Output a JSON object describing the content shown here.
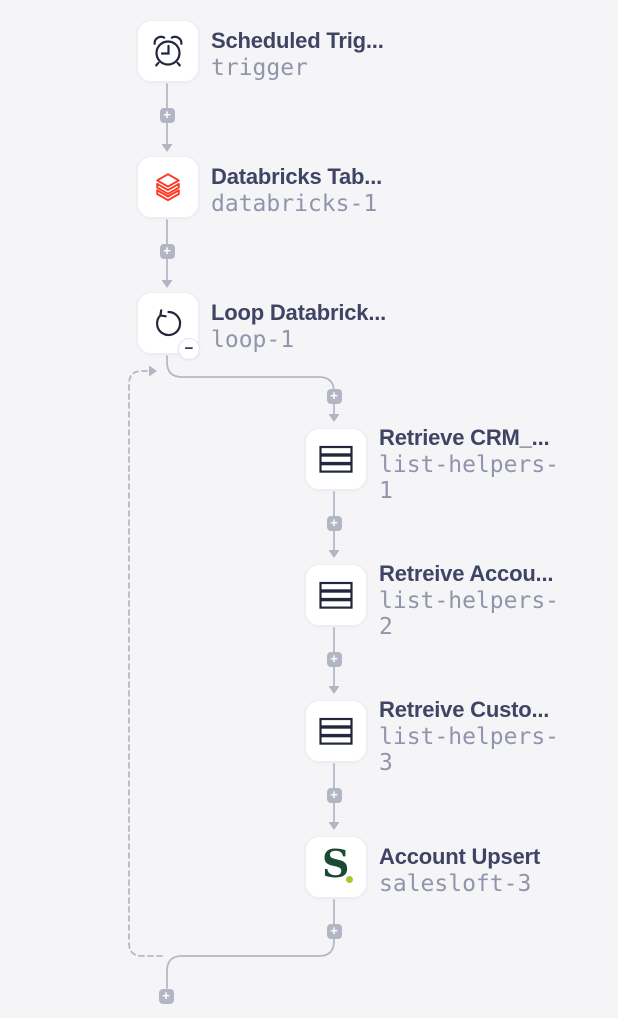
{
  "colors": {
    "bg": "#f5f5f7",
    "card-bg": "#ffffff",
    "card-border": "#ebecf1",
    "title": "#3f4465",
    "subtitle": "#9095ab",
    "line": "#b5b8c6",
    "plus_bg": "#b2b6c4",
    "icon_stroke": "#23273e",
    "databricks_red": "#ff3621",
    "salesloft_green": "#1b4a33",
    "salesloft_dot": "#a6c82a"
  },
  "glyphs": {
    "plus": "+",
    "minus": "−",
    "salesloft_letter": "S"
  },
  "nodes": [
    {
      "title": "Scheduled Trig...",
      "name": "trigger",
      "icon": "alarm-clock-icon"
    },
    {
      "title": "Databricks Tab...",
      "name": "databricks-1",
      "icon": "databricks-icon"
    },
    {
      "title": "Loop Databrick...",
      "name": "loop-1",
      "icon": "loop-icon",
      "badge": "collapse"
    },
    {
      "title": "Retrieve CRM_...",
      "name": "list-helpers-1",
      "icon": "list-icon"
    },
    {
      "title": "Retreive Accou...",
      "name": "list-helpers-2",
      "icon": "list-icon"
    },
    {
      "title": "Retreive Custo...",
      "name": "list-helpers-3",
      "icon": "list-icon"
    },
    {
      "title": "Account Upsert",
      "name": "salesloft-3",
      "icon": "salesloft-icon"
    }
  ]
}
